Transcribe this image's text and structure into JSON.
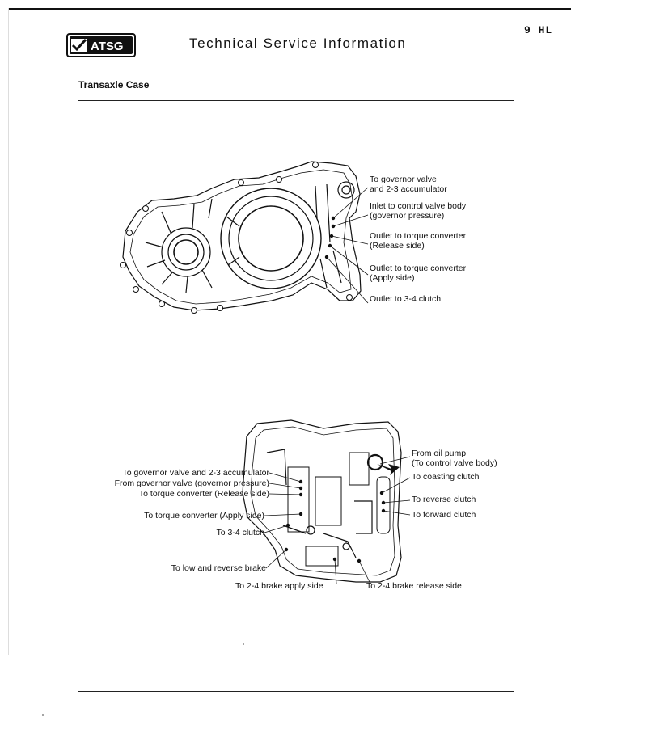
{
  "header": {
    "logo_text": "ATSG",
    "title": "Technical Service Information",
    "page_number": "9 HL"
  },
  "section": {
    "title": "Transaxle Case"
  },
  "top_figure": {
    "callouts": [
      "To governor valve\nand 2-3 accumulator",
      "Inlet to control valve body\n(governor pressure)",
      "Outlet to torque converter\n(Release side)",
      "Outlet to torque converter\n(Apply side)",
      "Outlet to 3-4 clutch"
    ]
  },
  "bottom_figure": {
    "left_callouts": [
      "To governor valve and 2-3 accumulator",
      "From governor valve (governor pressure)",
      "To torque converter (Release side)",
      "To torque converter (Apply side)",
      "To 3-4 clutch",
      "To low and reverse brake"
    ],
    "right_callouts": [
      "From oil pump\n(To control valve body)",
      "To coasting clutch",
      "To reverse clutch",
      "To forward clutch"
    ],
    "bottom_callouts": [
      "To 2-4 brake apply side",
      "To 2-4 brake release side"
    ]
  }
}
